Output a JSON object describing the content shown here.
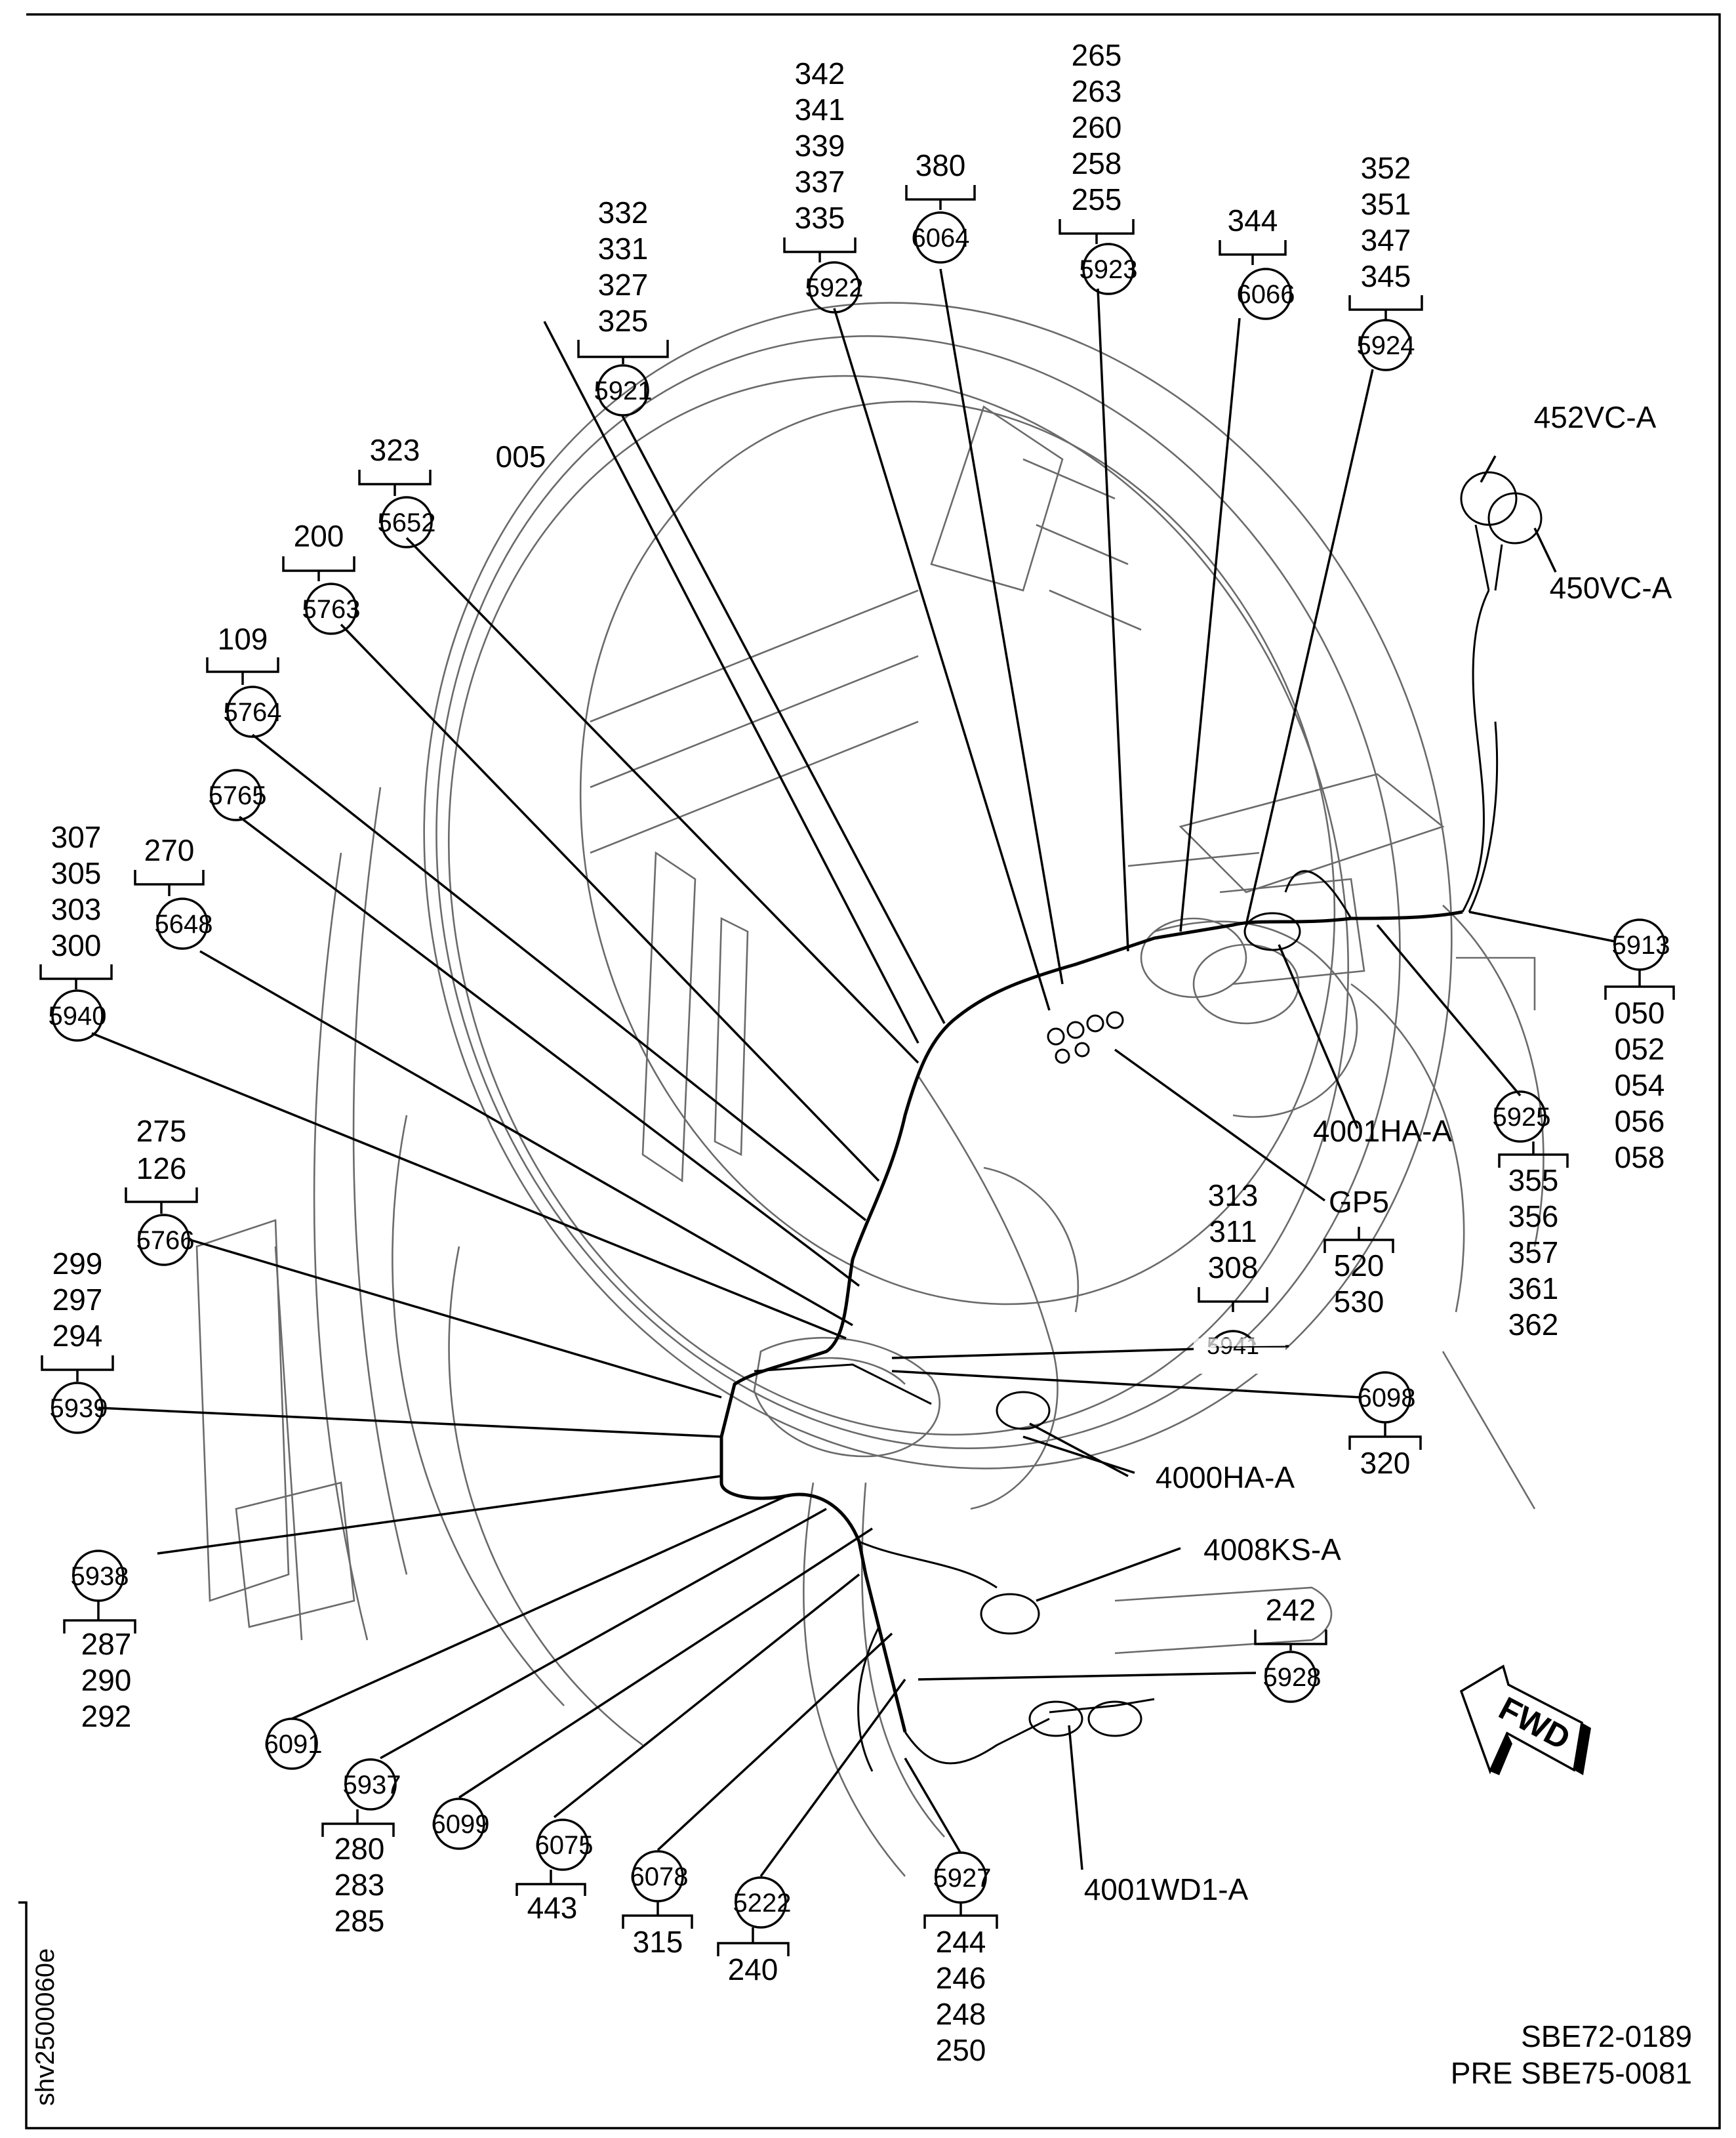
{
  "sheet_id": "shv2500060e",
  "notes": [
    "SBE72-0189",
    "PRE SBE75-0081"
  ],
  "fwd_label": "FWD",
  "callouts": [
    {
      "id": "5921",
      "items": [
        "332",
        "331",
        "327",
        "325"
      ]
    },
    {
      "id": "5922",
      "items": [
        "342",
        "341",
        "339",
        "337",
        "335"
      ]
    },
    {
      "id": "6064",
      "items": [
        "380"
      ]
    },
    {
      "id": "5923",
      "items": [
        "265",
        "263",
        "260",
        "258",
        "255"
      ]
    },
    {
      "id": "6066",
      "items": [
        "344"
      ]
    },
    {
      "id": "5924",
      "items": [
        "352",
        "351",
        "347",
        "345"
      ]
    },
    {
      "id": "5652",
      "items": [
        "323"
      ]
    },
    {
      "id": "5763",
      "items": [
        "200"
      ]
    },
    {
      "id": "5764",
      "items": [
        "109"
      ]
    },
    {
      "id": "5765",
      "items": []
    },
    {
      "id": "5648",
      "items": [
        "270"
      ]
    },
    {
      "id": "5940",
      "items": [
        "307",
        "305",
        "303",
        "300"
      ]
    },
    {
      "id": "5766",
      "items": [
        "275",
        "126"
      ]
    },
    {
      "id": "5939",
      "items": [
        "299",
        "297",
        "294"
      ]
    },
    {
      "id": "5938",
      "items": [
        "287",
        "290",
        "292"
      ]
    },
    {
      "id": "6091",
      "items": []
    },
    {
      "id": "5937",
      "items": [
        "280",
        "283",
        "285"
      ]
    },
    {
      "id": "6099",
      "items": []
    },
    {
      "id": "6075",
      "items": [
        "443"
      ]
    },
    {
      "id": "6078",
      "items": [
        "315"
      ]
    },
    {
      "id": "5222",
      "items": [
        "240"
      ]
    },
    {
      "id": "5927",
      "items": [
        "244",
        "246",
        "248",
        "250"
      ]
    },
    {
      "id": "5928",
      "items": [
        "242"
      ]
    },
    {
      "id": "5913",
      "items": [
        "050",
        "052",
        "054",
        "056",
        "058"
      ]
    },
    {
      "id": "5925",
      "items": [
        "355",
        "356",
        "357",
        "361",
        "362"
      ]
    },
    {
      "id": "6098",
      "items": [
        "320"
      ]
    },
    {
      "id": "5941",
      "items": [
        "313",
        "311",
        "308"
      ]
    }
  ],
  "connectors": [
    "005",
    "452VC-A",
    "450VC-A",
    "4001HA-A",
    "GP5",
    "4000HA-A",
    "4008KS-A",
    "4001WD1-A"
  ],
  "gp5_items": [
    "520",
    "530"
  ]
}
